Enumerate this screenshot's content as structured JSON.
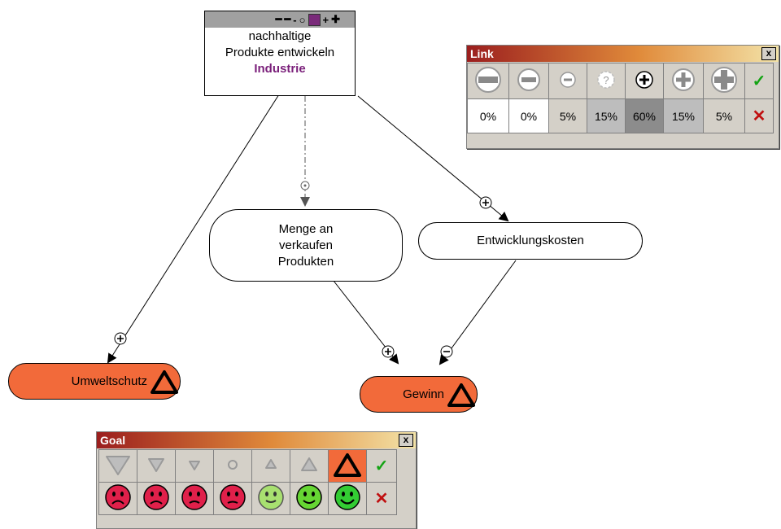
{
  "top_node": {
    "scale_glyphs": [
      "━",
      "━",
      "-",
      "○",
      "+",
      "✚"
    ],
    "line1": "nachhaltige",
    "line2": "Produkte entwickeln",
    "category": "Industrie"
  },
  "nodes": {
    "menge": [
      "Menge an",
      "verkaufen",
      "Produkten"
    ],
    "entwicklungskosten": "Entwicklungskosten",
    "umweltschutz": "Umweltschutz",
    "gewinn": "Gewinn"
  },
  "link_panel": {
    "title": "Link",
    "close": "x",
    "percentages": [
      "0%",
      "0%",
      "5%",
      "15%",
      "60%",
      "15%",
      "5%"
    ],
    "ok": "✓",
    "cancel": "✕"
  },
  "goal_panel": {
    "title": "Goal",
    "close": "x",
    "ok": "✓",
    "cancel": "✕"
  },
  "colors": {
    "goal_node": "#f26a3a",
    "link_selected": "#8c8c8c",
    "unhappy": "#e0204a",
    "happy": "#33cc33"
  }
}
